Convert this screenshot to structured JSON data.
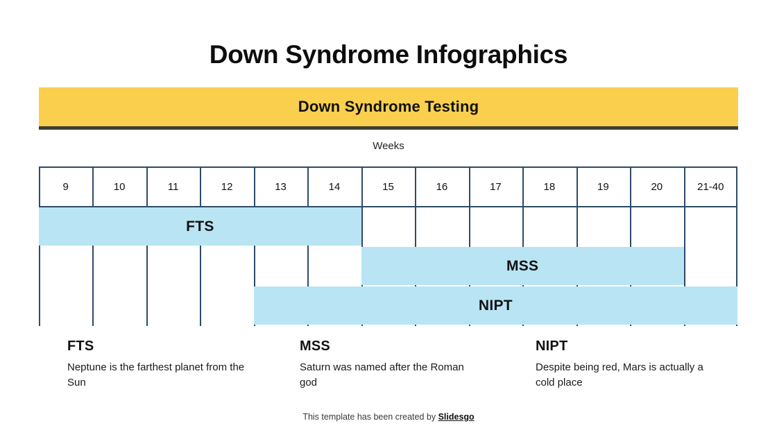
{
  "slide": {
    "title": "Down Syndrome Infographics",
    "banner_label": "Down Syndrome Testing",
    "axis_caption": "Weeks"
  },
  "chart_data": {
    "type": "bar",
    "title": "Down Syndrome Testing",
    "xlabel": "Weeks",
    "ylabel": "",
    "orientation": "horizontal",
    "grid": true,
    "legend_position": "bottom",
    "categories": [
      "9",
      "10",
      "11",
      "12",
      "13",
      "14",
      "15",
      "16",
      "17",
      "18",
      "19",
      "20",
      "21-40"
    ],
    "series": [
      {
        "name": "FTS",
        "start_week": "9",
        "end_week": "14",
        "start_index": 0,
        "span": 6,
        "color": "#b9e4f3"
      },
      {
        "name": "MSS",
        "start_week": "15",
        "end_week": "20",
        "start_index": 6,
        "span": 6,
        "color": "#b9e4f3"
      },
      {
        "name": "NIPT",
        "start_week": "13",
        "end_week": "21-40",
        "start_index": 4,
        "span": 9,
        "color": "#b9e4f3"
      }
    ]
  },
  "legend": [
    {
      "title": "FTS",
      "description": "Neptune is the farthest planet from the Sun"
    },
    {
      "title": "MSS",
      "description": "Saturn was named after the Roman god"
    },
    {
      "title": "NIPT",
      "description": "Despite being red, Mars is actually a cold place"
    }
  ],
  "footer": {
    "prefix": "This template has been created by ",
    "brand": "Slidesgo"
  },
  "colors": {
    "banner": "#facf4e",
    "banner_border": "#403e31",
    "bar": "#b9e4f3",
    "grid": "#2e4a6b",
    "text": "#111111"
  }
}
